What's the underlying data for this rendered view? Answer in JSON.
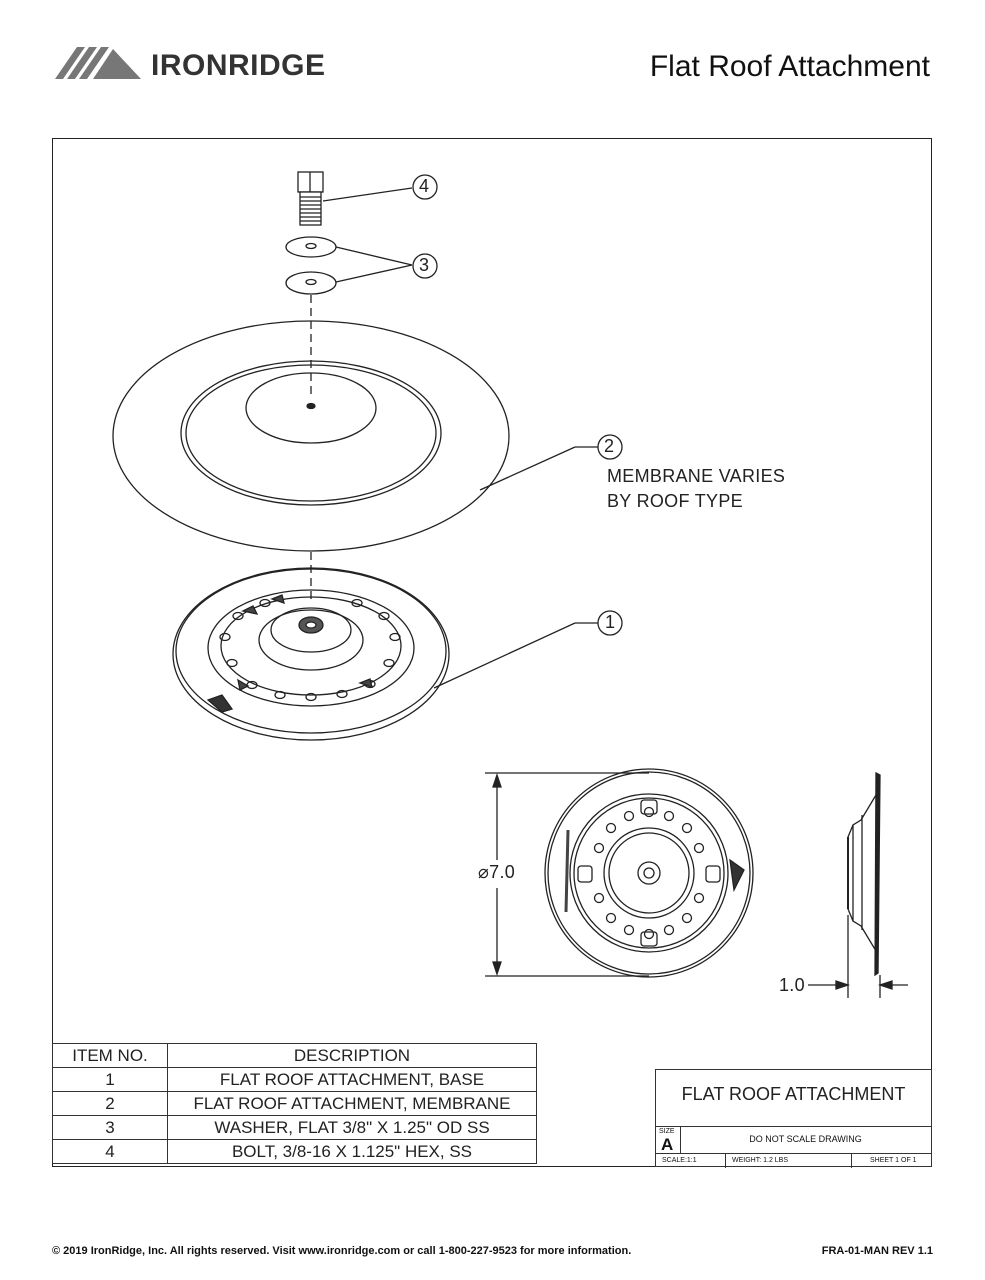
{
  "header": {
    "brand": "IRONRIDGE",
    "title": "Flat Roof Attachment"
  },
  "callouts": {
    "item4": "4",
    "item3": "3",
    "item2": "2",
    "item1": "1",
    "membrane_note_line1": "MEMBRANE VARIES",
    "membrane_note_line2": "BY ROOF TYPE"
  },
  "dimensions": {
    "diameter": "⌀7.0",
    "height": "1.0"
  },
  "bom": {
    "headers": [
      "ITEM NO.",
      "DESCRIPTION"
    ],
    "rows": [
      {
        "item": "1",
        "description": "FLAT ROOF ATTACHMENT, BASE"
      },
      {
        "item": "2",
        "description": "FLAT ROOF ATTACHMENT, MEMBRANE"
      },
      {
        "item": "3",
        "description": "WASHER, FLAT 3/8\" X 1.25\" OD SS"
      },
      {
        "item": "4",
        "description": "BOLT, 3/8-16 X 1.125\" HEX, SS"
      }
    ]
  },
  "title_block": {
    "title": "FLAT ROOF ATTACHMENT",
    "size_label": "SIZE",
    "size": "A",
    "note": "DO NOT SCALE  DRAWING",
    "scale": "SCALE:1:1",
    "weight": "WEIGHT: 1.2 LBS",
    "sheet": "SHEET 1 OF 1"
  },
  "footer": {
    "copyright": "© 2019 IronRidge, Inc. All rights reserved. Visit www.ironridge.com or call 1-800-227-9523 for more information.",
    "doc_id": "FRA-01-MAN REV 1.1"
  }
}
